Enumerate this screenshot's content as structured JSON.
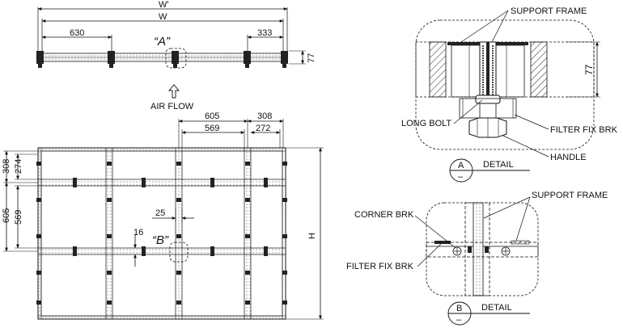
{
  "top_view": {
    "w_prime": "W'",
    "w": "W",
    "dim_left": "630",
    "dim_right": "333",
    "callout_a": "“A”",
    "dim_height": "77"
  },
  "air_flow": {
    "label": "AIR FLOW"
  },
  "plan_view": {
    "dim_605_top": "605",
    "dim_569_top": "569",
    "dim_308_top": "308",
    "dim_272_top": "272",
    "dim_308_left": "308",
    "dim_274_left": "274",
    "dim_605_left": "605",
    "dim_569_left": "569",
    "dim_25": "25",
    "dim_16": "16",
    "callout_b": "“B”",
    "dim_h": "H"
  },
  "detail_a": {
    "support_frame": "SUPPORT FRAME",
    "dim_77": "77",
    "long_bolt": "LONG BOLT",
    "filter_fix_brk": "FILTER FIX BRK",
    "handle": "HANDLE",
    "badge_letter": "A",
    "badge_sub": "–",
    "detail_label": "DETAIL"
  },
  "detail_b": {
    "support_frame": "SUPPORT FRAME",
    "corner_brk": "CORNER BRK",
    "filter_fix_brk": "FILTER FIX BRK",
    "badge_letter": "B",
    "badge_sub": "–",
    "detail_label": "DETAIL"
  }
}
